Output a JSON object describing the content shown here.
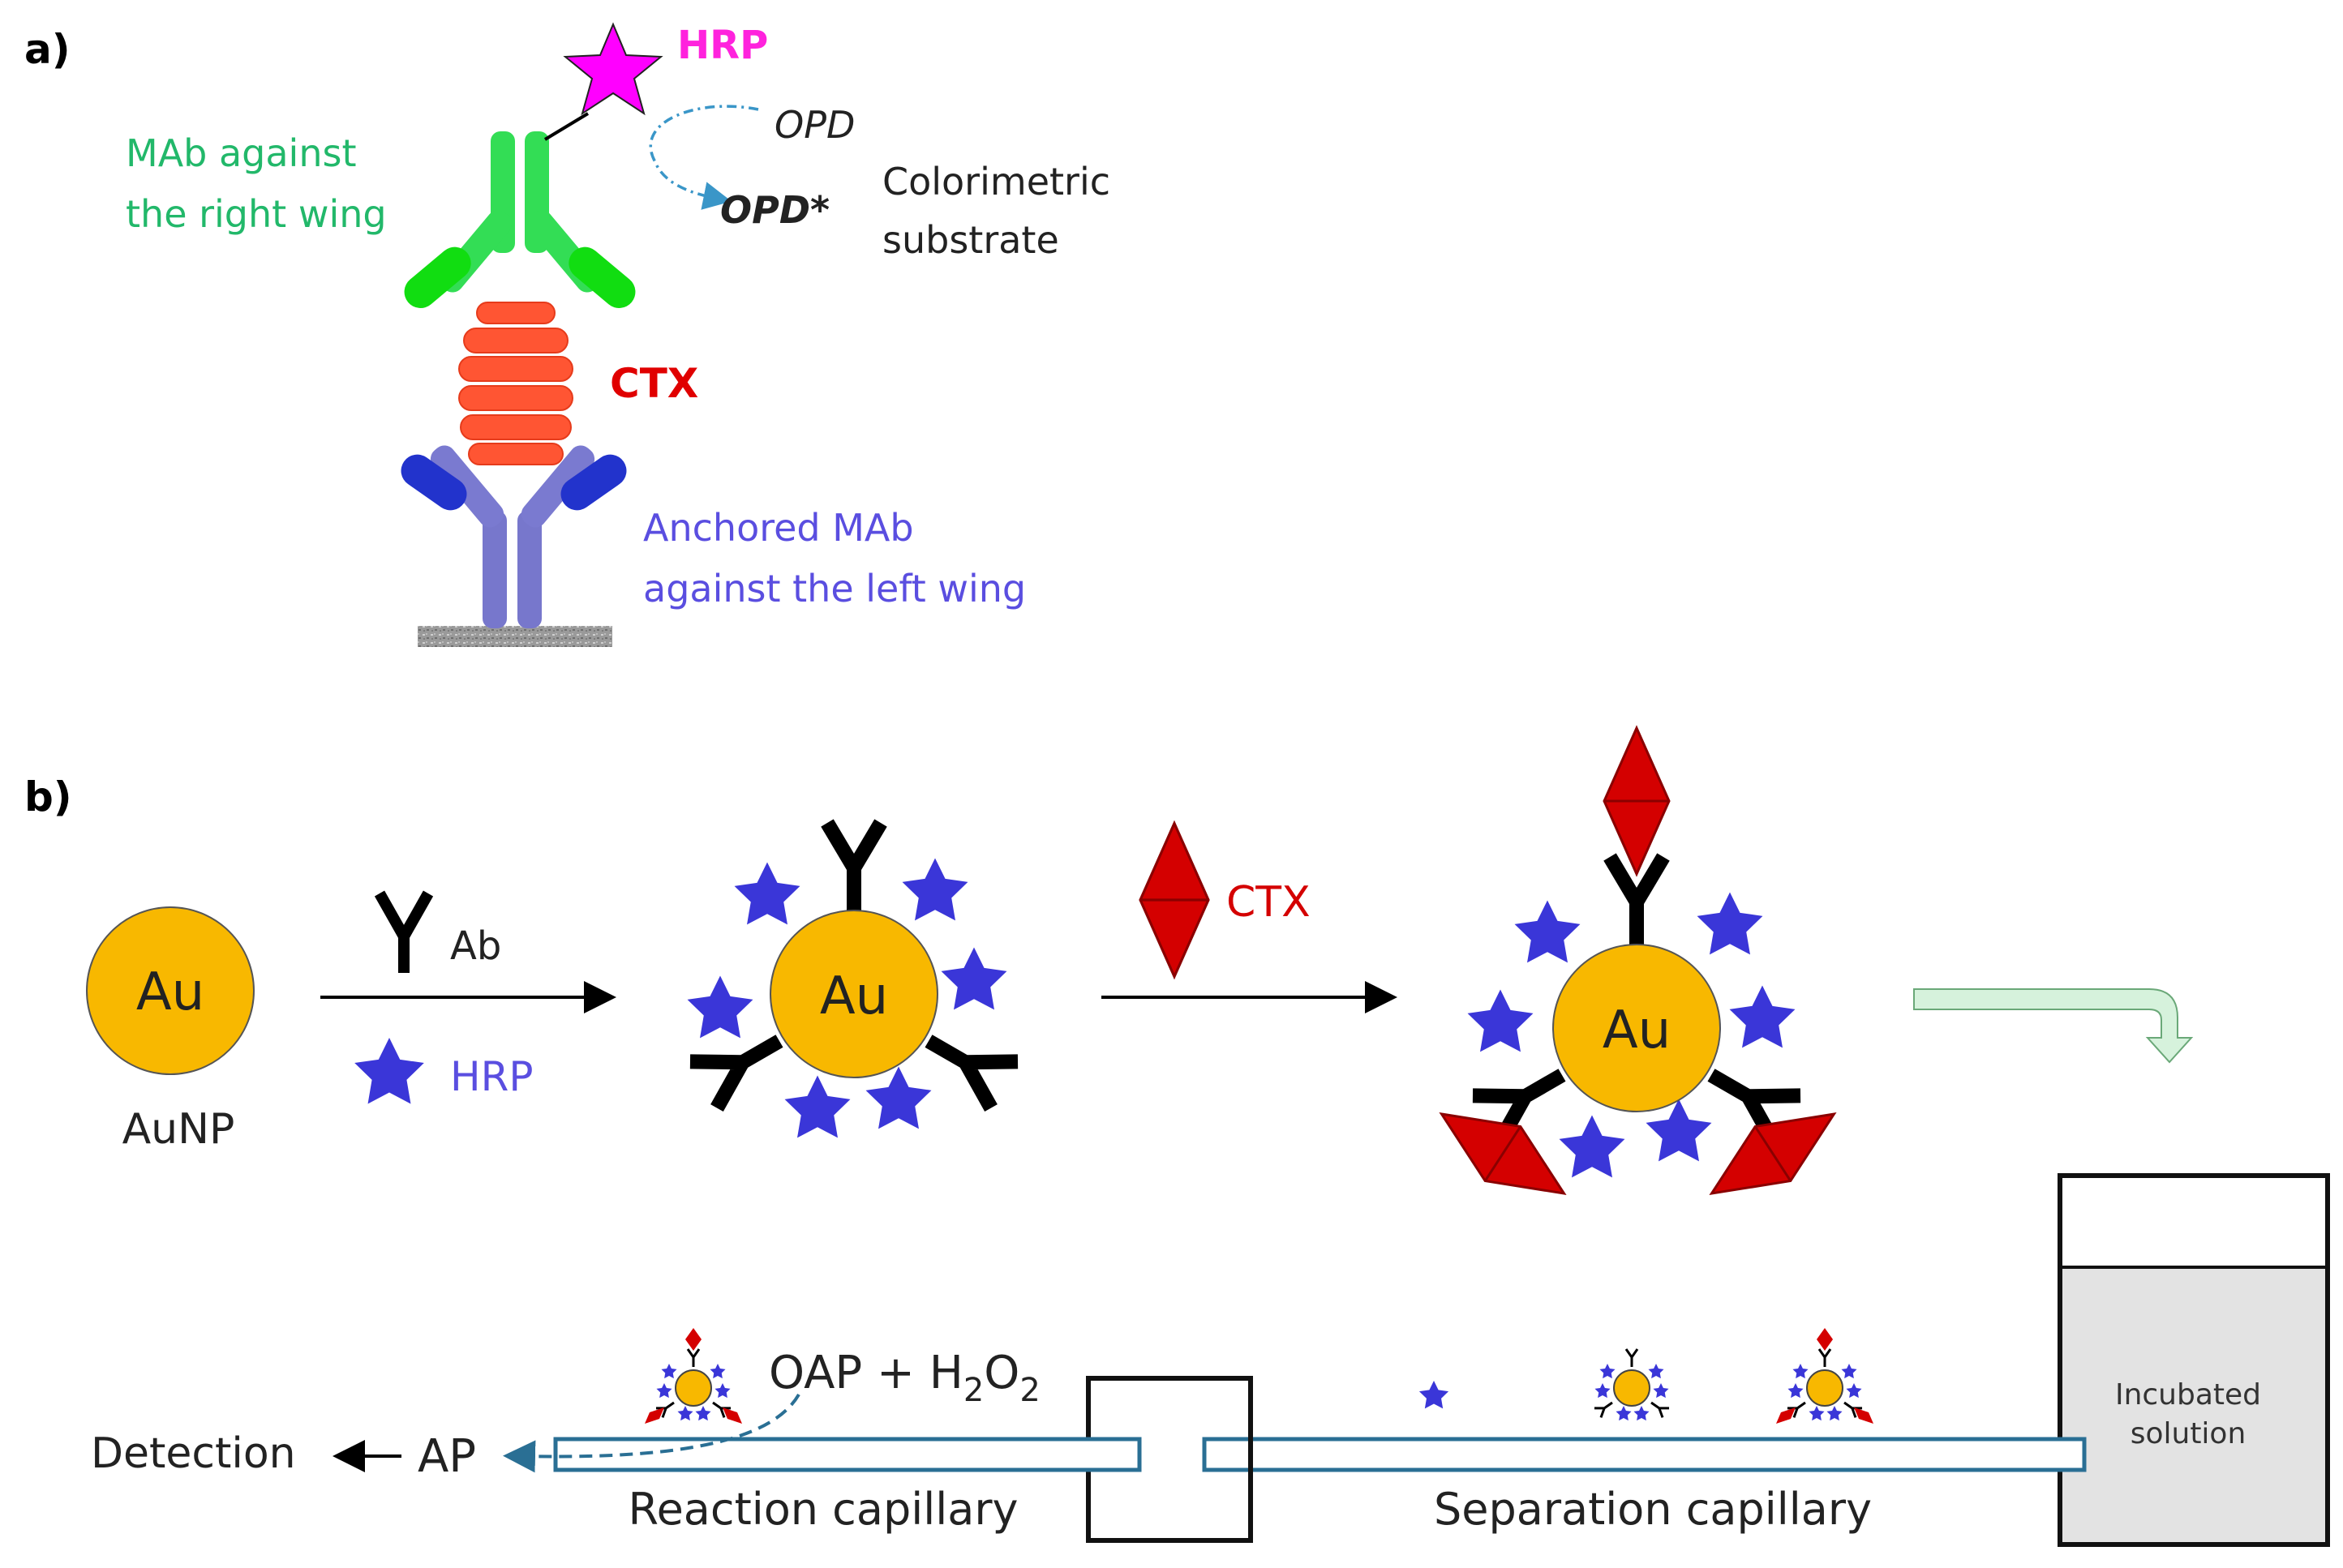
{
  "panel_a": {
    "label": "a)",
    "hrp": "HRP",
    "opd": "OPD",
    "opd_star": "OPD*",
    "colorimetric_line1": "Colorimetric",
    "colorimetric_line2": "substrate",
    "mab_right_line1": "MAb  against",
    "mab_right_line2": "the right wing",
    "ctx": "CTX",
    "anchored_line1": "Anchored MAb",
    "anchored_line2": "against the left wing"
  },
  "panel_b": {
    "label": "b)",
    "au": "Au",
    "aunp": "AuNP",
    "ab": "Ab",
    "hrp": "HRP",
    "ctx": "CTX",
    "incubated_line1": "Incubated",
    "incubated_line2": "solution",
    "oap": "OAP + H",
    "oap_sub1": "2",
    "oap_o": "O",
    "oap_sub2": "2",
    "detection": "Detection",
    "ap": "AP",
    "reaction_capillary": "Reaction capillary",
    "separation_capillary": "Separation capillary"
  },
  "colors": {
    "gold": "#f8b800",
    "star_blue": "#3a36d8",
    "ctx_red": "#d40000",
    "hrp_magenta": "#ff00ff",
    "mab_green": "#33dd55",
    "mab_blue": "#7777cc",
    "ctx_orange": "#ff5533",
    "capillary_teal": "#2a6f94",
    "arrow_green_fill": "#d6f2dc"
  }
}
